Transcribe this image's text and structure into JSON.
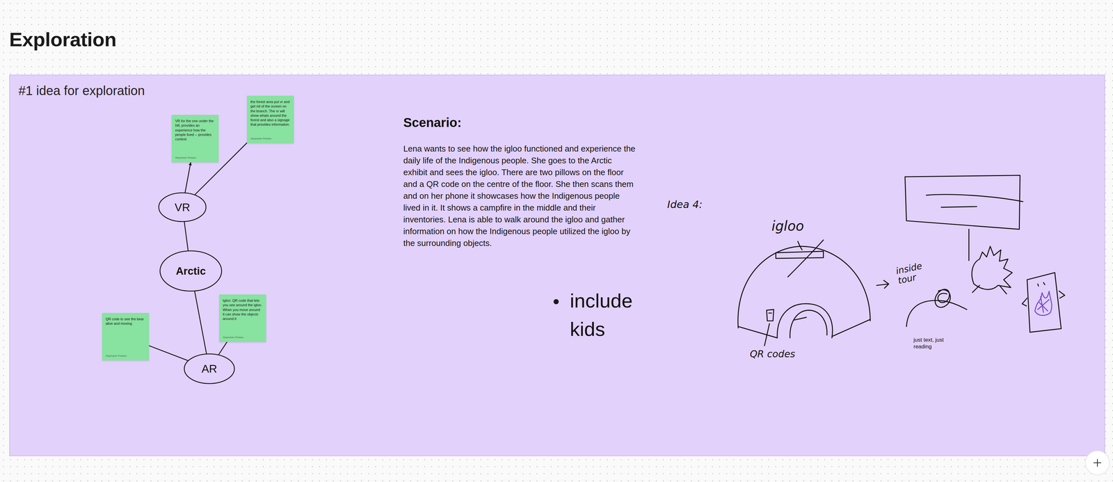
{
  "diagram": {
    "title": "Exploration",
    "nodes": [
      {
        "text": [
          "#1 idea for exploration"
        ]
      },
      {
        "text": [
          "the forest area put vr and get rid of the screen on the branch. The vr will show whats around the forest and also a signage that provides information.",
          "Stephanie Pintado"
        ],
        "in": 0
      },
      {
        "text": [
          "VR for the one under the hill, provides an experience how the people lived -- provides context",
          "Stephanie Pintado"
        ],
        "in": 0
      },
      {
        "text": [
          "VR"
        ],
        "in": 0
      },
      {
        "text": [
          "Arctic"
        ],
        "in": 0
      },
      {
        "text": [
          "Igloo: QR code that lets you see around the igloo. When you move around it can show the objects around it",
          "Stephanie Pintado"
        ],
        "in": 0
      },
      {
        "text": [
          "QR code to see the bear alive and moving",
          "Stephanie Pintado"
        ],
        "in": 0
      },
      {
        "text": [
          "AR"
        ],
        "in": 0
      }
    ],
    "edges": [
      {
        "from": 3,
        "to": 2,
        "arrow": "to"
      },
      {
        "from": 3,
        "to": 1,
        "arrow": "none"
      },
      {
        "from": 3,
        "to": 4,
        "arrow": "none"
      },
      {
        "from": 4,
        "to": 7,
        "arrow": "none"
      },
      {
        "from": 7,
        "to": 5,
        "arrow": "none"
      },
      {
        "from": 7,
        "to": 6,
        "arrow": "none"
      }
    ],
    "labels": [
      "Scenario:",
      "Lena wants to see how the igloo functioned and experience the daily life of the Indigenous people. She goes to the Arctic exhibit and sees the igloo. There are two pillows on the floor and a QR code on the centre of the floor.  She then scans them and on her phone it showcases how the Indigenous people lived in it. It shows a campfire in the middle and their inventories. Lena is able to walk around the igloo and gather information on how the Indigenous people utilized the igloo by the surrounding objects.",
      "include kids",
      "Idea 4:",
      "igloo",
      "QR codes",
      "inside tour",
      "just text, just reading"
    ]
  }
}
